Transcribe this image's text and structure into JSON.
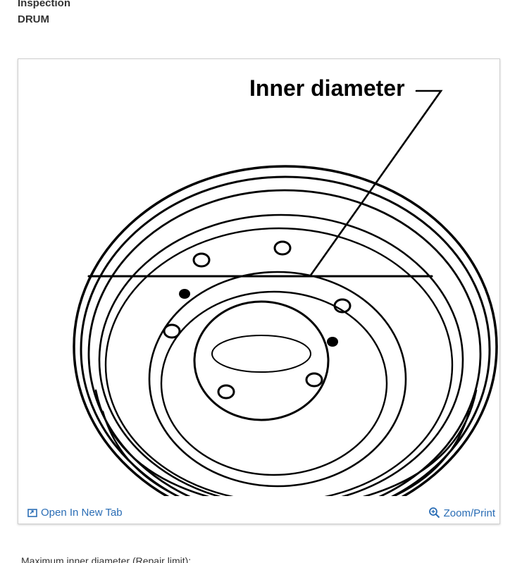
{
  "section": {
    "inspection_label": "Inspection",
    "part_label": "DRUM"
  },
  "figure": {
    "callout_label": "Inner diameter",
    "open_tab_label": "Open In New Tab",
    "zoom_print_label": "Zoom/Print",
    "link_color": "#2a6db5",
    "icons": [
      "open-in-new-tab-icon",
      "zoom-icon"
    ]
  },
  "body": {
    "spec_text": "Maximum inner diameter (Repair limit):"
  }
}
